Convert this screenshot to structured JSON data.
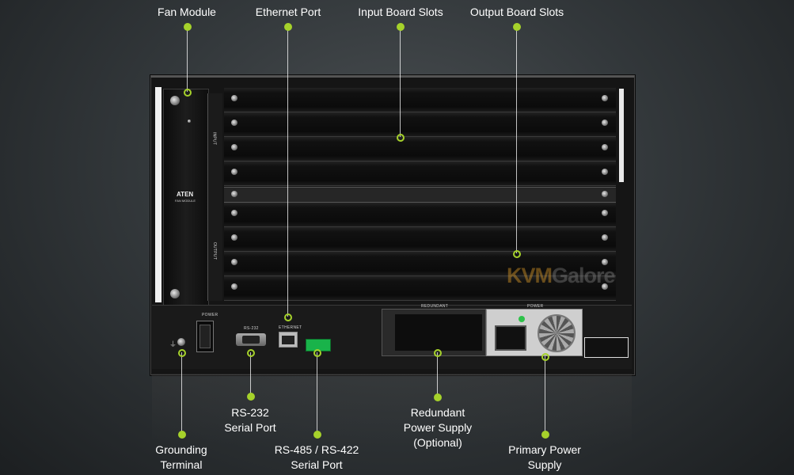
{
  "labels": {
    "fan_module": "Fan Module",
    "ethernet_port": "Ethernet Port",
    "input_board_slots": "Input Board Slots",
    "output_board_slots": "Output Board Slots",
    "grounding_terminal": [
      "Grounding",
      "Terminal"
    ],
    "rs232": [
      "RS-232",
      "Serial Port"
    ],
    "rs485": [
      "RS-485 / RS-422",
      "Serial Port"
    ],
    "redundant_psu": [
      "Redundant",
      "Power Supply",
      "(Optional)"
    ],
    "primary_psu": [
      "Primary Power",
      "Supply"
    ]
  },
  "panel_text": {
    "brand": "ATEN",
    "fan_module": "FAN MODULE",
    "input": "INPUT",
    "output": "OUTPUT",
    "rs232": "RS-232",
    "ethernet": "ETHERNET",
    "redundant": "REDUNDANT",
    "power": "POWER",
    "power_switch": "POWER"
  },
  "watermark": {
    "part1": "KVM",
    "part2": "Galore"
  },
  "colors": {
    "accent": "#a6d22b",
    "chassis": "#141414",
    "background": "#33383b"
  }
}
